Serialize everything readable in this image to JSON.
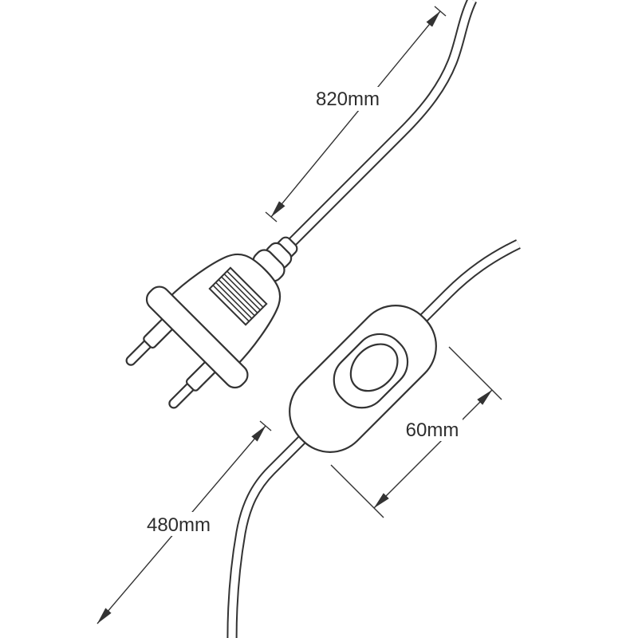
{
  "diagram": {
    "kind": "product-dimension-drawing",
    "parts": [
      "euro-two-pin-plug",
      "inline-rocker-switch",
      "power-cable"
    ],
    "dimensions": {
      "upper_cable": "820mm",
      "switch_length": "60mm",
      "lower_cable": "480mm"
    },
    "colors": {
      "line": "#333333",
      "text": "#2e2e2e",
      "bg": "#ffffff"
    }
  }
}
